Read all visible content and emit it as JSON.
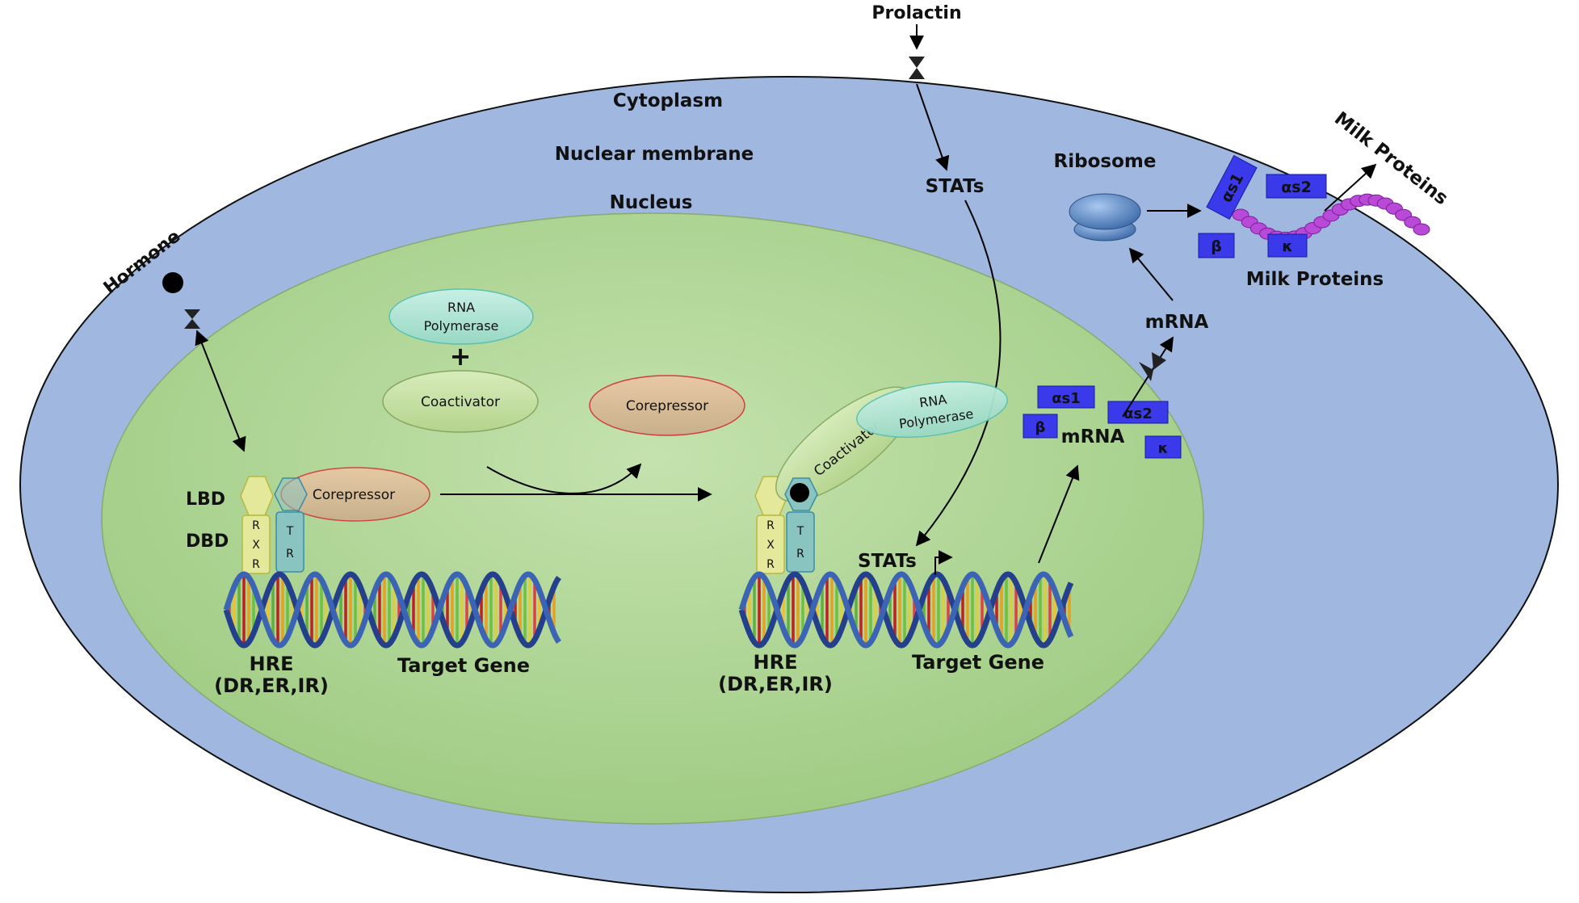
{
  "regions": {
    "cytoplasm": "Cytoplasm",
    "nuclear_membrane": "Nuclear membrane",
    "nucleus": "Nucleus"
  },
  "signals": {
    "hormone": "Hormone",
    "prolactin": "Prolactin",
    "stats_top": "STATs",
    "stats_bottom": "STATs"
  },
  "left_complex": {
    "lbd": "LBD",
    "dbd": "DBD",
    "rxr": [
      "R",
      "X",
      "R"
    ],
    "tr": [
      "T",
      "R"
    ],
    "corepressor": "Corepressor",
    "hre_line1": "HRE",
    "hre_line2": "(DR,ER,IR)",
    "target_gene": "Target Gene"
  },
  "middle": {
    "rna_pol_line1": "RNA",
    "rna_pol_line2": "Polymerase",
    "plus": "+",
    "coactivator": "Coactivator",
    "corepressor": "Corepressor"
  },
  "right_complex": {
    "rxr": [
      "R",
      "X",
      "R"
    ],
    "tr": [
      "T",
      "R"
    ],
    "coactivator": "Coactivator",
    "rna_pol_line1": "RNA",
    "rna_pol_line2": "Polymerase",
    "hre_line1": "HRE",
    "hre_line2": "(DR,ER,IR)",
    "target_gene": "Target Gene"
  },
  "transcripts": {
    "as1": "αs1",
    "as2": "αs2",
    "beta": "β",
    "kappa": "κ",
    "mrna_nucleus": "mRNA",
    "mrna_cyto": "mRNA"
  },
  "translation": {
    "ribosome": "Ribosome",
    "as1": "αs1",
    "as2": "αs2",
    "beta": "β",
    "kappa": "κ",
    "milk_proteins_label": "Milk Proteins",
    "milk_proteins_arrow": "Milk Proteins"
  },
  "colors": {
    "cytoplasm": "#a0b8e0",
    "nucleus": "#a8d08c",
    "protein_box": "#3a3aea",
    "protein_chain": "#b94ad8",
    "rxr": "#e4e89a",
    "tr": "#8ac4c0",
    "coactivator": "#c8e2a0",
    "rna_polymerase": "#b0e2d4",
    "corepressor": "#e0b890"
  }
}
